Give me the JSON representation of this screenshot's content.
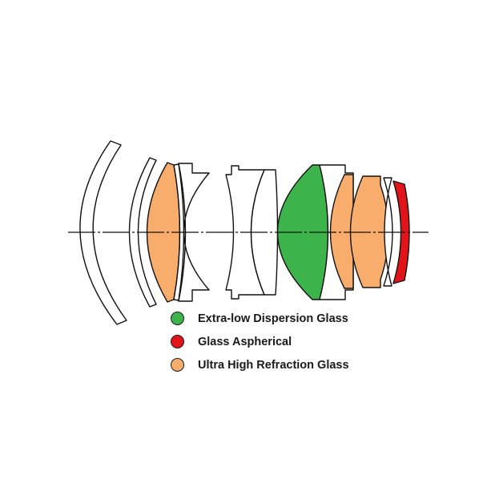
{
  "diagram": {
    "glass_colors": {
      "extra_low_dispersion": "#3cb44b",
      "aspherical": "#e2141a",
      "ultra_high_refraction": "#f8ad6c",
      "standard": "#ffffff"
    },
    "element_count": 12,
    "group_count": 10
  },
  "legend": {
    "items": [
      {
        "label": "Extra-low Dispersion Glass",
        "color": "#3cb44b"
      },
      {
        "label": "Glass Aspherical",
        "color": "#e2141a"
      },
      {
        "label": "Ultra High Refraction Glass",
        "color": "#f8ad6c"
      }
    ]
  }
}
